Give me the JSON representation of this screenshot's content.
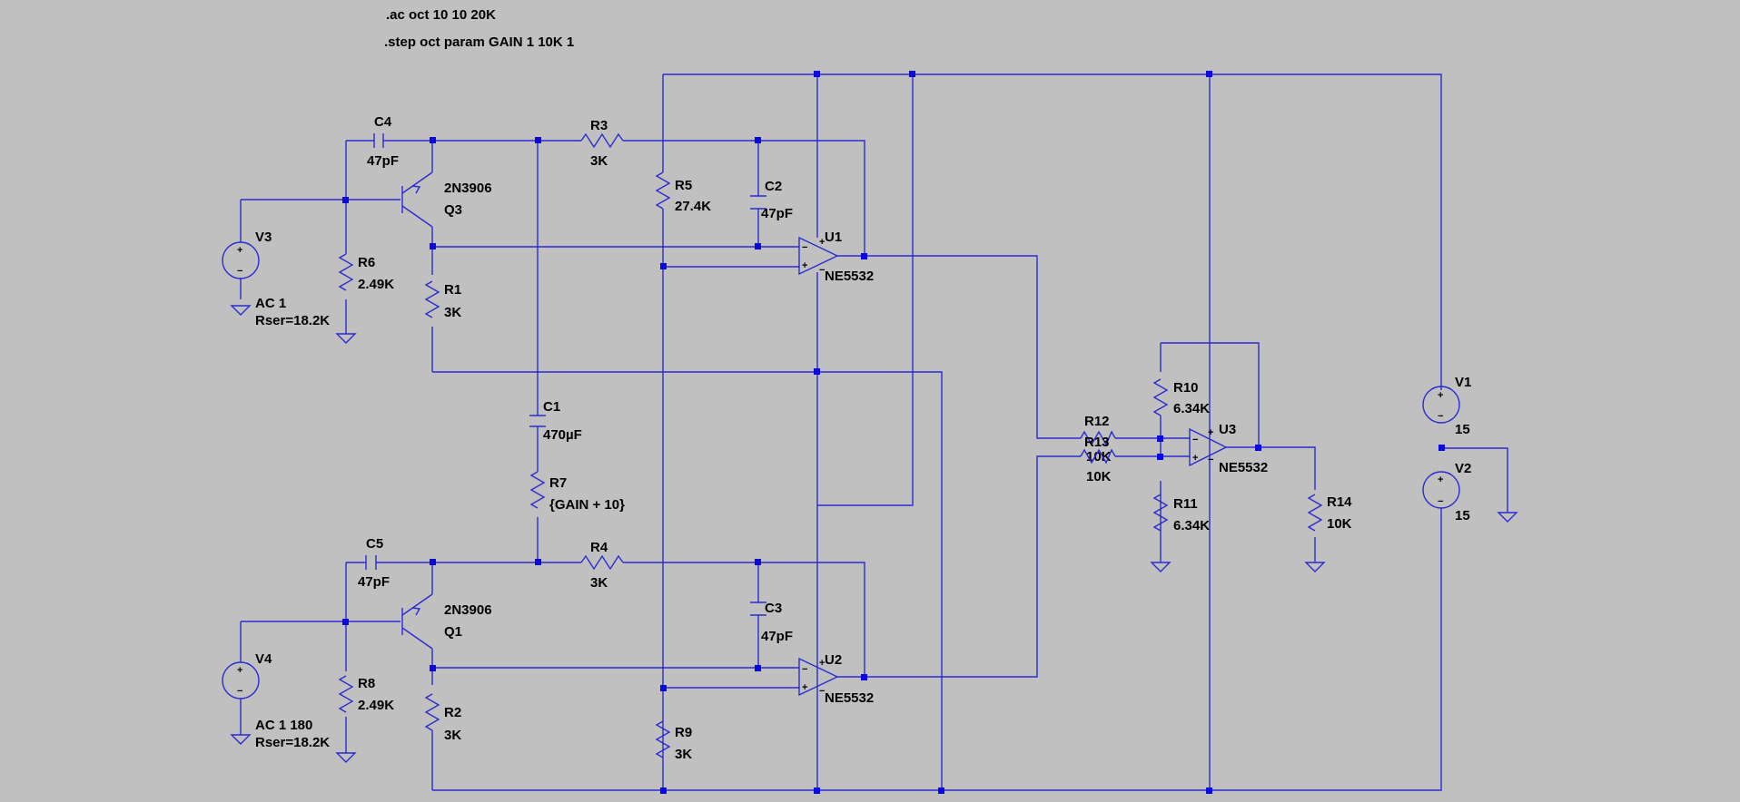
{
  "directives": [
    ".ac oct 10 10 20K",
    ".step oct param GAIN 1 10K 1"
  ],
  "components": {
    "C4": {
      "ref": "C4",
      "value": "47pF"
    },
    "C5": {
      "ref": "C5",
      "value": "47pF"
    },
    "C2": {
      "ref": "C2",
      "value": "47pF"
    },
    "C3": {
      "ref": "C3",
      "value": "47pF"
    },
    "C1": {
      "ref": "C1",
      "value": "470µF"
    },
    "R3": {
      "ref": "R3",
      "value": "3K"
    },
    "R4": {
      "ref": "R4",
      "value": "3K"
    },
    "R5": {
      "ref": "R5",
      "value": "27.4K"
    },
    "R9": {
      "ref": "R9",
      "value": "3K"
    },
    "R6": {
      "ref": "R6",
      "value": "2.49K"
    },
    "R8": {
      "ref": "R8",
      "value": "2.49K"
    },
    "R1": {
      "ref": "R1",
      "value": "3K"
    },
    "R2": {
      "ref": "R2",
      "value": "3K"
    },
    "R7": {
      "ref": "R7",
      "value": "{GAIN + 10}"
    },
    "R10": {
      "ref": "R10",
      "value": "6.34K"
    },
    "R11": {
      "ref": "R11",
      "value": "6.34K"
    },
    "R12": {
      "ref": "R12",
      "value": "10K"
    },
    "R13": {
      "ref": "R13",
      "value": "10K"
    },
    "R14": {
      "ref": "R14",
      "value": "10K"
    },
    "Q3": {
      "ref": "Q3",
      "value": "2N3906"
    },
    "Q1": {
      "ref": "Q1",
      "value": "2N3906"
    },
    "U1": {
      "ref": "U1",
      "value": "NE5532"
    },
    "U2": {
      "ref": "U2",
      "value": "NE5532"
    },
    "U3": {
      "ref": "U3",
      "value": "NE5532"
    },
    "V3": {
      "ref": "V3",
      "value": "AC 1",
      "extra": "Rser=18.2K"
    },
    "V4": {
      "ref": "V4",
      "value": "AC 1 180",
      "extra": "Rser=18.2K"
    },
    "V1": {
      "ref": "V1",
      "value": "15"
    },
    "V2": {
      "ref": "V2",
      "value": "15"
    }
  },
  "colors": {
    "wire": "#2b2bd0",
    "node": "#0a0ae0",
    "background": "#c0c0c0",
    "text": "#000000"
  }
}
